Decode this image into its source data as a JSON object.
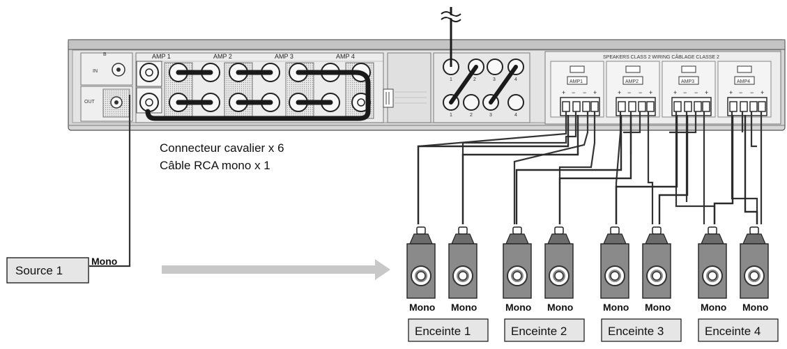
{
  "amplifier": {
    "in_label": "IN",
    "out_label": "OUT",
    "input_group_label": "B",
    "amp_labels": [
      "AMP 1",
      "AMP 2",
      "AMP 3",
      "AMP 4"
    ],
    "bridge_numbers_top": [
      "1",
      "2",
      "3",
      "4"
    ],
    "bridge_numbers_bottom": [
      "1",
      "2",
      "3",
      "4"
    ],
    "speaker_header": "SPEAKERS CLASS 2 WIRING CÂBLAGE CLASSE 2",
    "terminal_amp_labels": [
      "AMP1",
      "AMP2",
      "AMP3",
      "AMP4"
    ],
    "terminal_polarity": [
      "+",
      "−",
      "−",
      "+"
    ]
  },
  "connector_note": {
    "line1": "Connecteur cavalier x 6",
    "line2": "Câble RCA mono x 1"
  },
  "source": {
    "label": "Source 1",
    "channel": "Mono"
  },
  "speakers": [
    {
      "label": "Enceinte 1",
      "channels": [
        "Mono",
        "Mono"
      ]
    },
    {
      "label": "Enceinte 2",
      "channels": [
        "Mono",
        "Mono"
      ]
    },
    {
      "label": "Enceinte 3",
      "channels": [
        "Mono",
        "Mono"
      ]
    },
    {
      "label": "Enceinte 4",
      "channels": [
        "Mono",
        "Mono"
      ]
    }
  ],
  "colors": {
    "chassis": "#d9d9d9",
    "panel": "#eeeeee",
    "jumper": "#1a1a1a",
    "arrow": "#c8c8c8",
    "box_fill": "#e6e6e6"
  }
}
